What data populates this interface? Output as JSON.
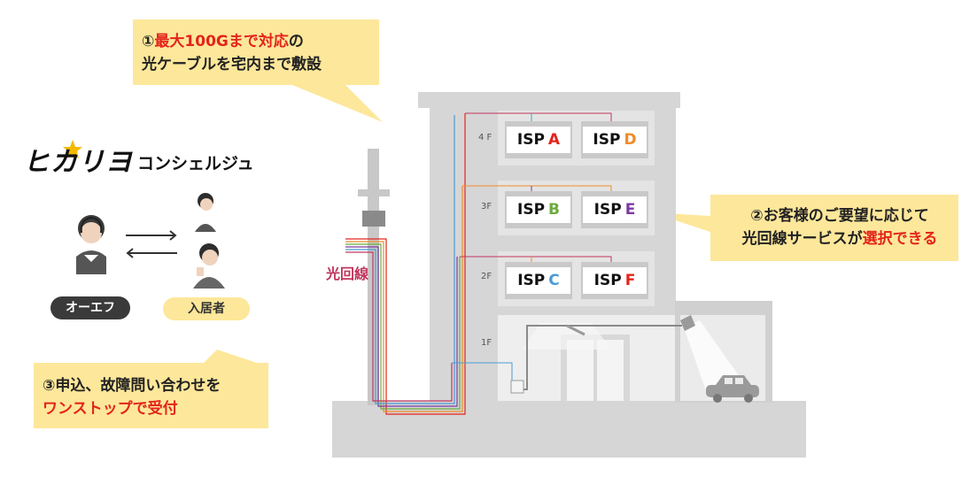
{
  "callout1": {
    "num": "①",
    "red": "最大100Gまで対応",
    "tail": "の",
    "line2": "光ケーブルを宅内まで敷設"
  },
  "callout2": {
    "line1": "②お客様のご要望に応じて",
    "line2_plain": "光回線サービスが",
    "line2_red": "選択できる"
  },
  "callout3": {
    "line1": "③申込、故障問い合わせを",
    "line2_red": "ワンストップで受付"
  },
  "logo": {
    "text": "ヒカリヨ",
    "subtitle": "コンシェルジュ"
  },
  "roles": {
    "operator": "オーエフ",
    "resident": "入居者"
  },
  "fiber_label": "光回線",
  "floors": [
    "4 F",
    "3F",
    "2F",
    "1F"
  ],
  "isps": [
    {
      "prefix": "ISP",
      "letter": "A",
      "color": "#e3241b"
    },
    {
      "prefix": "ISP",
      "letter": "D",
      "color": "#f08c2a"
    },
    {
      "prefix": "ISP",
      "letter": "B",
      "color": "#6aab3c"
    },
    {
      "prefix": "ISP",
      "letter": "E",
      "color": "#7a3aa0"
    },
    {
      "prefix": "ISP",
      "letter": "C",
      "color": "#4a9ad6"
    },
    {
      "prefix": "ISP",
      "letter": "F",
      "color": "#e3241b"
    }
  ]
}
